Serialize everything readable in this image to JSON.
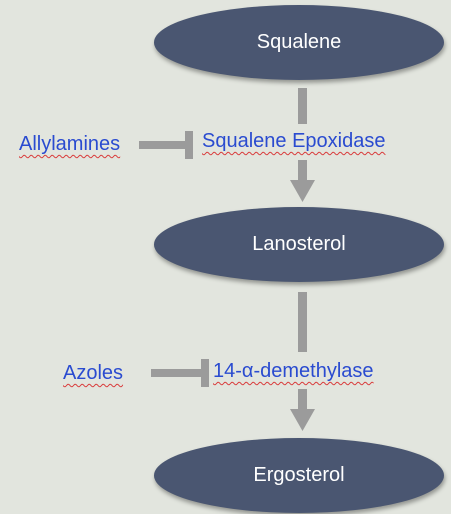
{
  "nodes": {
    "squalene": "Squalene",
    "lanosterol": "Lanosterol",
    "ergosterol": "Ergosterol"
  },
  "enzymes": {
    "squalene_epoxidase": "Squalene Epoxidase",
    "demethylase": "14-α-demethylase"
  },
  "inhibitors": {
    "allylamines": "Allylamines",
    "azoles": "Azoles"
  },
  "colors": {
    "background": "#e2e5de",
    "node_fill": "#4a5671",
    "node_text": "#ffffff",
    "label_text": "#2a4bd0",
    "connector": "#9b9b9b",
    "spell_underline": "#d93a3a"
  }
}
